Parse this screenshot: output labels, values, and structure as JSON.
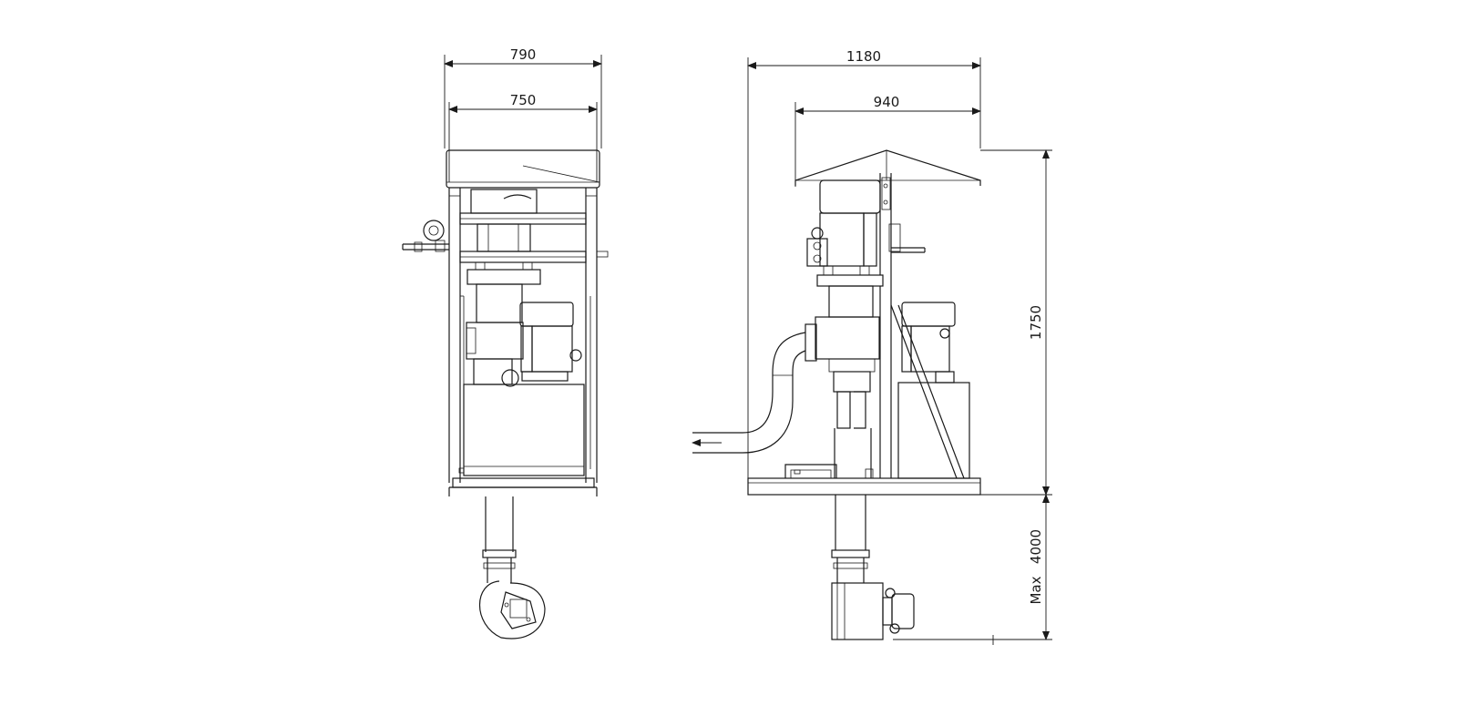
{
  "dimensions": {
    "front_outer_width": "790",
    "front_inner_width": "750",
    "side_outer_width": "1180",
    "side_inner_width": "940",
    "height": "1750",
    "depth_prefix": "Max",
    "depth_value": "4000"
  },
  "colors": {
    "line": "#1a1a1a",
    "background": "#ffffff"
  }
}
